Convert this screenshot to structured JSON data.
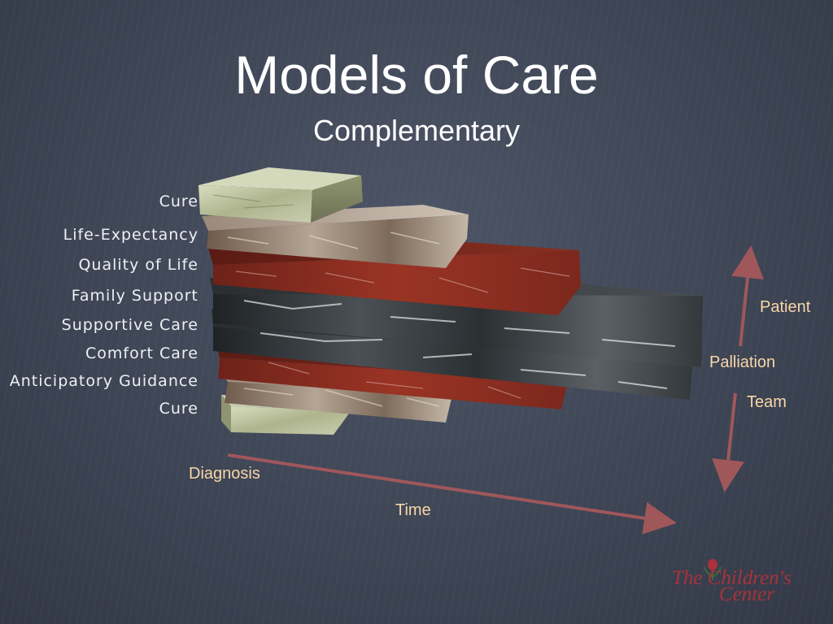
{
  "slide": {
    "title": "Models of Care",
    "subtitle": "Complementary"
  },
  "layers": [
    {
      "label": "Cure"
    },
    {
      "label": "Life-Expectancy"
    },
    {
      "label": "Quality of Life"
    },
    {
      "label": "Family Support"
    },
    {
      "label": "Supportive Care"
    },
    {
      "label": "Comfort Care"
    },
    {
      "label": "Anticipatory Guidance"
    },
    {
      "label": "Cure"
    }
  ],
  "axes": {
    "start_label": "Diagnosis",
    "time_label": "Time",
    "top_label": "Patient",
    "middle_label": "Palliation",
    "bottom_label": "Team"
  },
  "colors": {
    "arrow": "#a0575a",
    "side_text": "#f7d7a8",
    "green_marble": "#b9bf9b",
    "tan_marble": "#8e7a68",
    "red_marble": "#8e2e22",
    "black_marble": "#2e3336"
  },
  "logo": {
    "line1": "The Children's",
    "line2": "Center"
  }
}
